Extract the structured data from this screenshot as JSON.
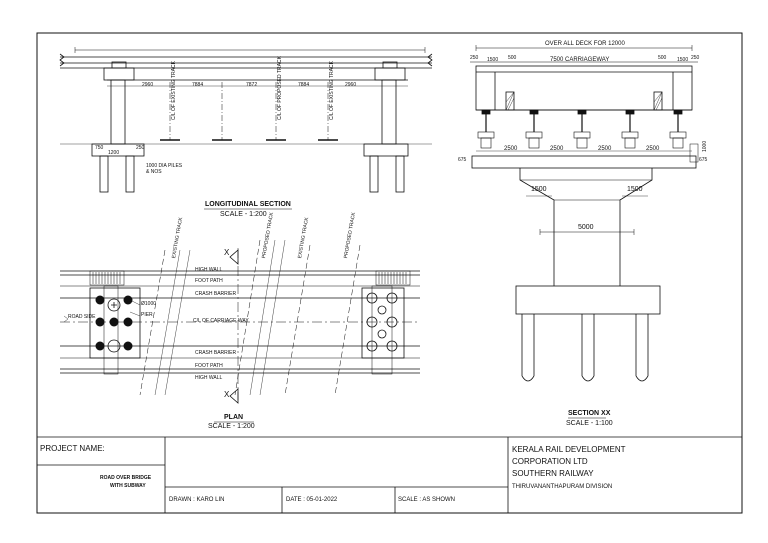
{
  "longitudinal_section": {
    "title": "LONGITUDINAL SECTION",
    "scale": "SCALE - 1:200",
    "span_dims": [
      "2960",
      "7884",
      "7872",
      "7884",
      "2960"
    ],
    "track_labels": [
      "C/L OF EXISTING TRACK",
      "C/L OF PROPOSED TRACK",
      "C/L OF EXISTING TRACK"
    ],
    "pile_dims": [
      "750",
      "1200",
      "250"
    ],
    "pile_note": [
      "1000 DIA PILES",
      "& NOS"
    ]
  },
  "plan": {
    "title": "PLAN",
    "scale": "SCALE - 1:200",
    "section_mark": "X",
    "labels": {
      "high_wall": "HIGH WALL",
      "foot_path": "FOOT PATH",
      "crash_barrier": "CRASH BARRIER",
      "cl_carriageway": "C/L OF CARRIAGE WAY",
      "side_label": "ROAD SIDE"
    },
    "pier_notes": [
      "Ø1000",
      "PIER"
    ],
    "track_labels": [
      "EXISTING TRACK",
      "PROPOSED TRACK",
      "EXISTING TRACK",
      "PROPOSED TRACK"
    ]
  },
  "section_xx": {
    "title": "SECTION XX",
    "scale": "SCALE - 1:100",
    "overall": "OVER ALL DECK FOR 12000",
    "top_dims": [
      "250",
      "1500",
      "500",
      "7500 CARRIAGEWAY",
      "500",
      "1500",
      "250"
    ],
    "girder_spacing": [
      "2500",
      "2500",
      "2500",
      "2500"
    ],
    "cap_left": "675",
    "cap_right": "675",
    "cap_side": "1000",
    "column_widths": [
      "1500",
      "1500"
    ],
    "column_spacing": "5000"
  },
  "title_block": {
    "project_label": "PROJECT NAME:",
    "project_name": [
      "ROAD OVER BRIDGE",
      "WITH SUBWAY"
    ],
    "drawn": "DRAWN : KARO LIN",
    "date": "DATE : 05-01-2022",
    "scale": "SCALE : AS SHOWN",
    "org": [
      "KERALA RAIL DEVELOPMENT",
      "CORPORATION LTD",
      "SOUTHERN RAILWAY"
    ],
    "division": "THIRUVANANTHAPURAM DIVISION"
  }
}
